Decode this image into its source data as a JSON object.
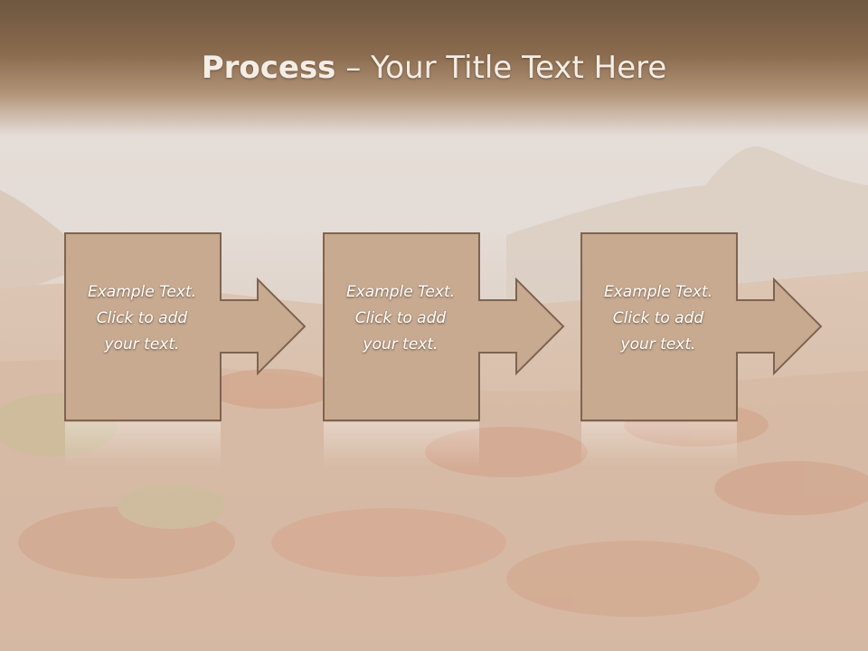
{
  "slide": {
    "title_bold": "Process",
    "title_rest": " – Your Title Text Here"
  },
  "steps": [
    {
      "line1": "Example Text.",
      "line2": "Click  to add",
      "line3": "your text."
    },
    {
      "line1": "Example Text.",
      "line2": "Click  to add",
      "line3": "your text."
    },
    {
      "line1": "Example Text.",
      "line2": "Click  to add",
      "line3": "your text."
    }
  ],
  "colors": {
    "title_band": "#7a5f47",
    "box_fill": "#c7aa90",
    "box_stroke": "#7e6450",
    "title_text": "#f4ede5"
  }
}
